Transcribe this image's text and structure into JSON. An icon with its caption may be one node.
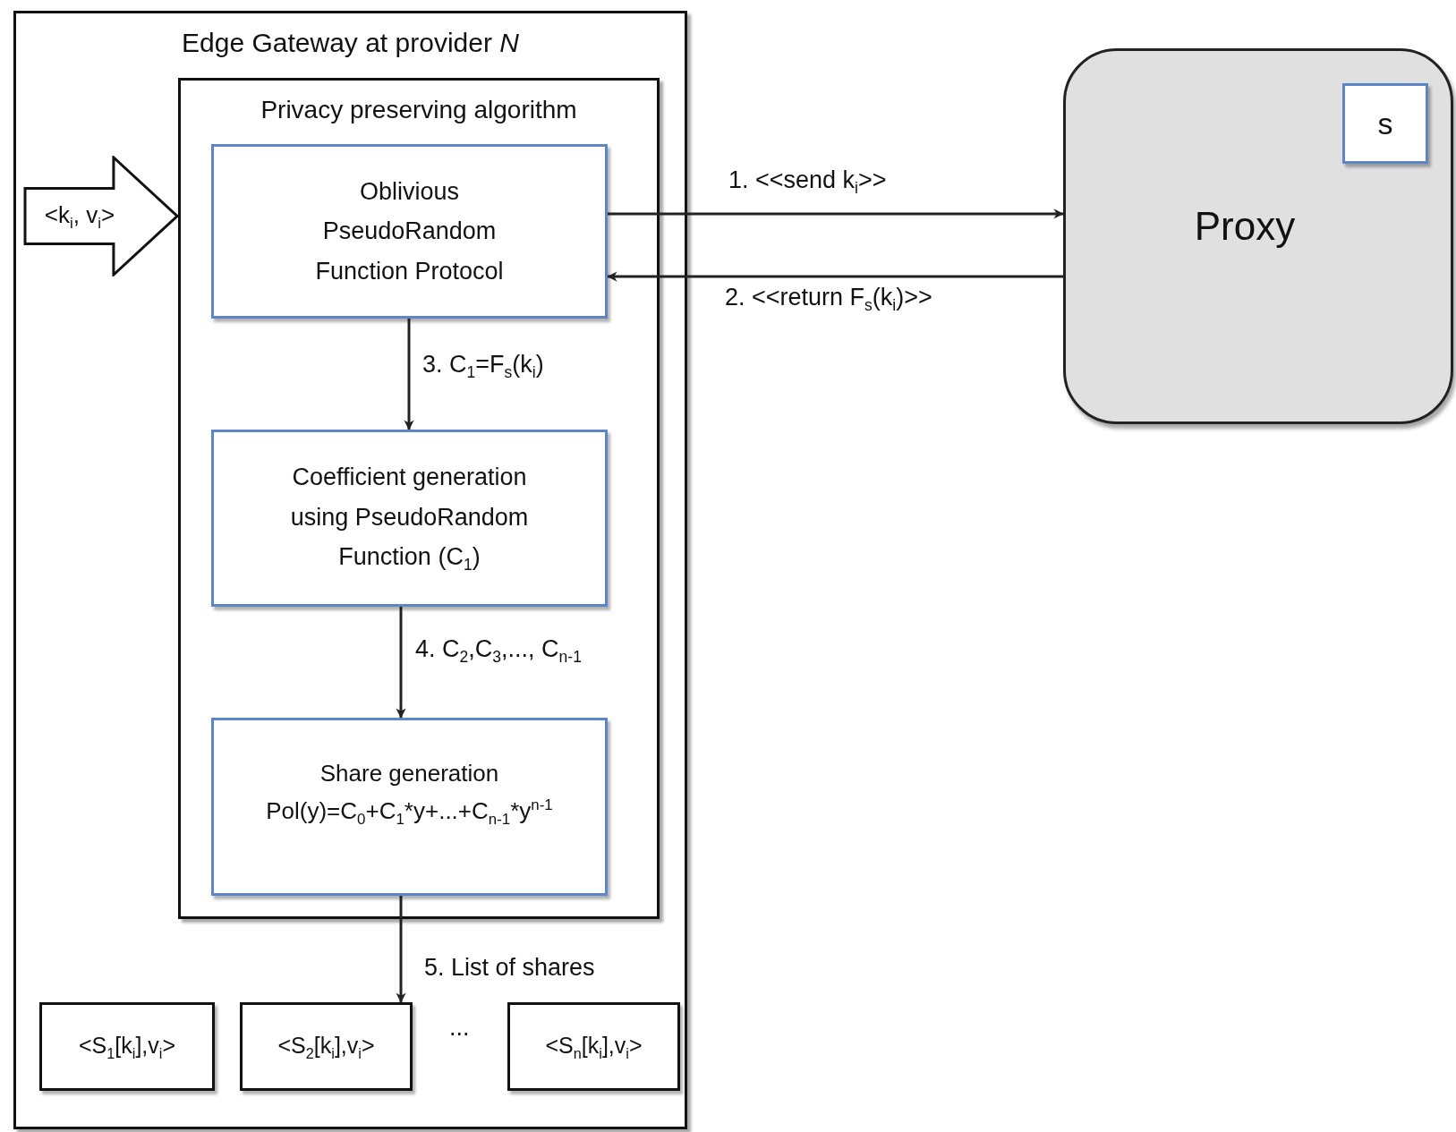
{
  "diagram": {
    "nodes": [
      {
        "text": [
          "Edge Gateway at provider *N*"
        ]
      },
      {
        "text": [
          "Privacy preserving algorithm"
        ],
        "in": 0
      },
      {
        "text": [
          "<k$_{i}$, v$_{i}$>"
        ],
        "in": 0
      },
      {
        "text": [
          "Oblivious PseudoRandom Function Protocol"
        ],
        "in": 1
      },
      {
        "text": [
          "Coefficient generation using PseudoRandom Function (C$_{1}$)"
        ],
        "in": 1
      },
      {
        "text": [
          "Share generation",
          "Pol(y)=C$_{0}$+C$_{1}$*y+...+C$_{n-1}$*y$^{n-1}$"
        ],
        "in": 1
      },
      {
        "text": [
          "<S$_{1}$[k$_{i}$],v$_{i}$>"
        ],
        "in": 0
      },
      {
        "text": [
          "<S$_{2}$[k$_{i}$],v$_{i}$>"
        ],
        "in": 0
      },
      {
        "text": [
          "<S$_{n}$[k$_{i}$],v$_{i}$>"
        ],
        "in": 0
      },
      {
        "text": [
          "Proxy"
        ]
      },
      {
        "text": [
          "s"
        ],
        "in": 9
      }
    ],
    "edges": [
      {
        "from": 3,
        "to": 9,
        "arrow": "to",
        "label": "1. <<send k$_{i}$>>"
      },
      {
        "from": 9,
        "to": 3,
        "arrow": "to",
        "label": "2. <<return F$_{s}$(k$_{i}$)>>"
      },
      {
        "from": 3,
        "to": 4,
        "arrow": "to",
        "label": "3.  C$_{1}$=F$_{s}$(k$_{i}$)"
      },
      {
        "from": 4,
        "to": 5,
        "arrow": "to",
        "label": "4.  C$_{2}$,C$_{3}$,..., C$_{n-1}$"
      },
      {
        "from": 5,
        "to": 7,
        "arrow": "to",
        "label": "5. List of shares"
      }
    ],
    "labels": [
      "..."
    ]
  }
}
